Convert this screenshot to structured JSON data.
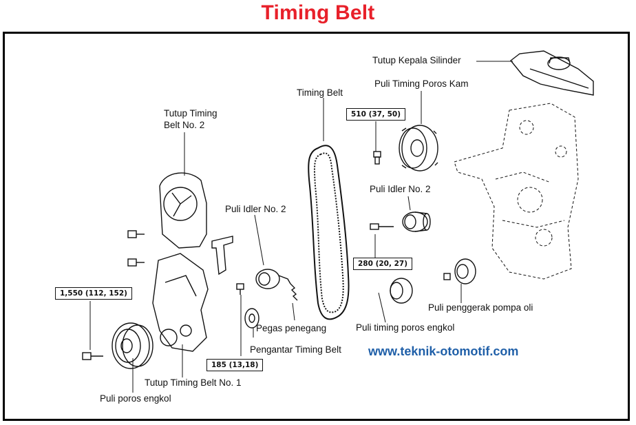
{
  "title": "Timing Belt",
  "labels": {
    "tutup_kepala_silinder": "Tutup Kepala Silinder",
    "puli_timing_poros_kam": "Puli Timing Poros Kam",
    "timing_belt": "Timing Belt",
    "tutup_timing_belt_no2_line1": "Tutup Timing",
    "tutup_timing_belt_no2_line2": "Belt No. 2",
    "puli_idler_no2_left": "Puli Idler No. 2",
    "puli_idler_no2_right": "Puli Idler No. 2",
    "pegas_penegang": "Pegas penegang",
    "pengantar_timing_belt": "Pengantar Timing Belt",
    "puli_timing_poros_engkol": "Puli timing poros engkol",
    "puli_penggerak_pompa_oli": "Puli penggerak pompa oli",
    "tutup_timing_belt_no1": "Tutup Timing Belt No. 1",
    "puli_poros_engkol": "Puli poros engkol"
  },
  "torque_specs": {
    "crank_bolt": "1,550 (112, 152)",
    "cam_bolt": "510 (37, 50)",
    "idler_bolt": "280 (20, 27)",
    "tensioner_bolt": "185 (13,18)"
  },
  "website": "www.teknik-otomotif.com"
}
